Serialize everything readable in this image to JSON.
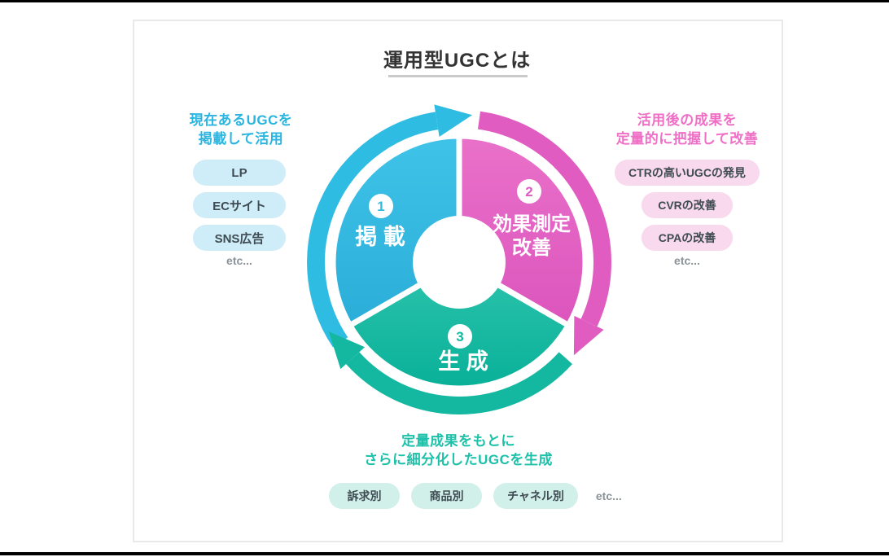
{
  "title": "運用型UGCとは",
  "cycle": {
    "steps": [
      {
        "number": "1",
        "label": "掲 載"
      },
      {
        "number": "2",
        "label_line1": "効果測定",
        "label_line2": "改善"
      },
      {
        "number": "3",
        "label": "生 成"
      }
    ]
  },
  "panels": {
    "left": {
      "heading_line1": "現在あるUGCを",
      "heading_line2": "掲載して活用",
      "pills": [
        "LP",
        "ECサイト",
        "SNS広告"
      ],
      "etc": "etc..."
    },
    "right": {
      "heading_line1": "活用後の成果を",
      "heading_line2": "定量的に把握して改善",
      "pills": [
        "CTRの高いUGCの発見",
        "CVRの改善",
        "CPAの改善"
      ],
      "etc": "etc..."
    },
    "bottom": {
      "heading_line1": "定量成果をもとに",
      "heading_line2": "さらに細分化したUGCを生成",
      "pills": [
        "訴求別",
        "商品別",
        "チャネル別"
      ],
      "etc": "etc..."
    }
  },
  "colors": {
    "cyan": "#2fbce2",
    "magenta": "#e05cc0",
    "teal": "#14b8a1",
    "cyan_light": "#cfedf8",
    "magenta_light": "#f9d9ee",
    "teal_light": "#d2f0ea",
    "title_text": "#333333",
    "etc_text": "#8b9398"
  }
}
